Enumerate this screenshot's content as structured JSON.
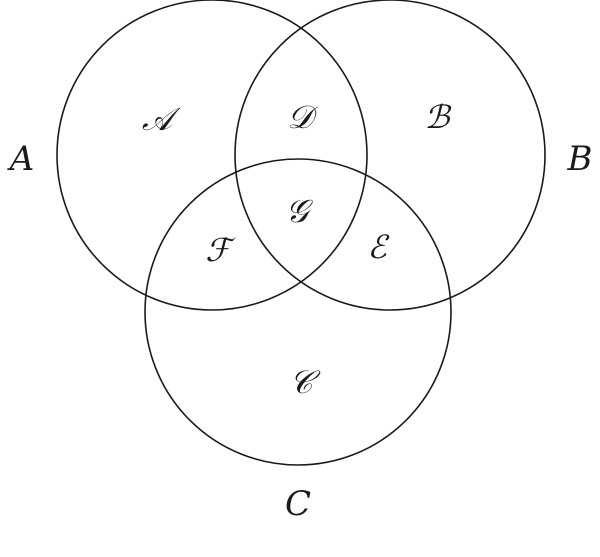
{
  "diagram": {
    "type": "venn",
    "line_color": "#1a1a1a",
    "sets": {
      "A": {
        "label": "A"
      },
      "B": {
        "label": "B"
      },
      "C": {
        "label": "C"
      }
    },
    "regions": {
      "a_only": {
        "label": "𝒜",
        "sets": [
          "A"
        ]
      },
      "b_only": {
        "label": "ℬ",
        "sets": [
          "B"
        ]
      },
      "c_only": {
        "label": "𝒞",
        "sets": [
          "C"
        ]
      },
      "a_and_b": {
        "label": "𝒟",
        "sets": [
          "A",
          "B"
        ]
      },
      "b_and_c": {
        "label": "ℰ",
        "sets": [
          "B",
          "C"
        ]
      },
      "a_and_c": {
        "label": "ℱ",
        "sets": [
          "A",
          "C"
        ]
      },
      "a_b_and_c": {
        "label": "𝒢",
        "sets": [
          "A",
          "B",
          "C"
        ]
      }
    }
  }
}
